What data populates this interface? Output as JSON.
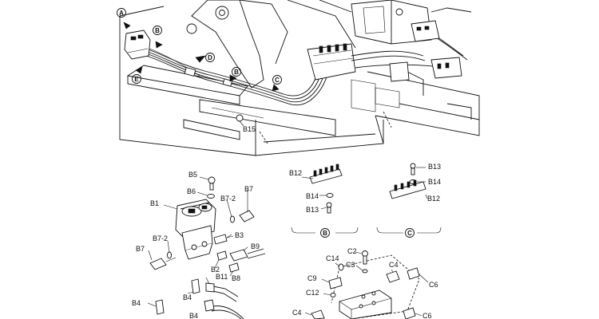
{
  "callouts": {
    "a": "A",
    "b": "B",
    "c": "C",
    "d": "D",
    "e": "E",
    "b15": "B15",
    "b1": "B1",
    "b2": "B2",
    "b3": "B3",
    "b4": "B4",
    "b5": "B5",
    "b6": "B6",
    "b7": "B7",
    "b7_2": "B7-2",
    "b8": "B8",
    "b9": "B9",
    "b11": "B11",
    "b12": "B12",
    "b13": "B13",
    "b14": "B14",
    "c2": "C2",
    "c3": "C3",
    "c4": "C4",
    "c6": "C6",
    "c9": "C9",
    "c12": "C12",
    "c14": "C14"
  }
}
